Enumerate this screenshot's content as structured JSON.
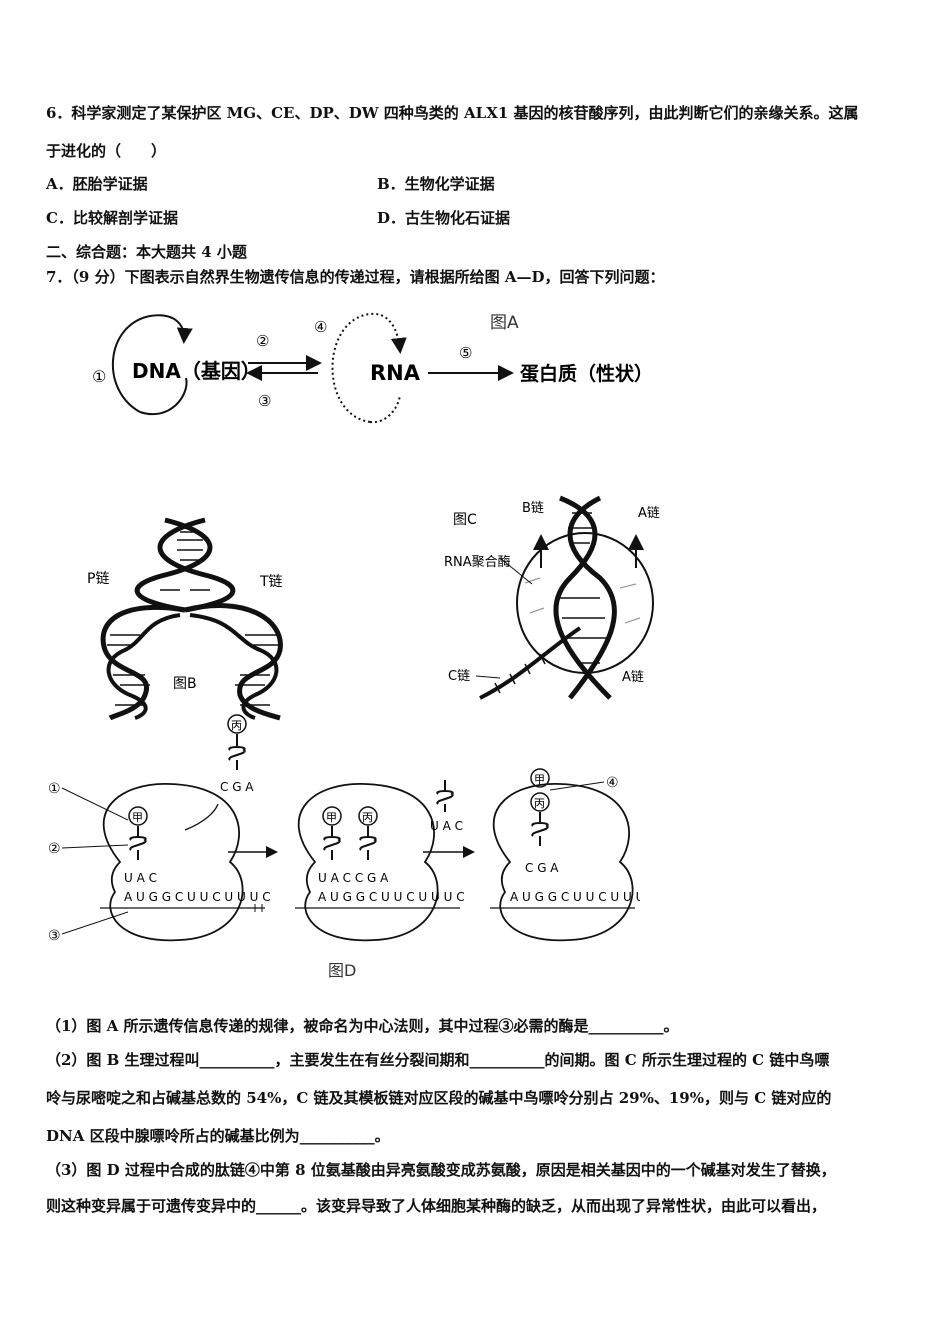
{
  "q6": {
    "line1": "6．科学家测定了某保护区 MG、CE、DP、DW 四种鸟类的 ALX1 基因的核苷酸序列，由此判断它们的亲缘关系。这属",
    "line2": "于进化的（　　）",
    "opt_a": "A．胚胎学证据",
    "opt_b": "B．生物化学证据",
    "opt_c": "C．比较解剖学证据",
    "opt_d": "D．古生物化石证据"
  },
  "section2": "二、综合题：本大题共 4 小题",
  "q7": {
    "intro": "7．（9 分）下图表示自然界生物遗传信息的传递过程，请根据所给图 A—D，回答下列问题：",
    "p1": "（1）图 A 所示遗传信息传递的规律，被命名为中心法则，其中过程③必需的酶是__________。",
    "p2_l1": "（2）图 B 生理过程叫__________，主要发生在有丝分裂间期和__________的间期。图 C 所示生理过程的 C 链中鸟嘌",
    "p2_l2": "呤与尿嘧啶之和占碱基总数的 54%，C 链及其模板链对应区段的碱基中鸟嘌呤分别占 29%、19%，则与 C 链对应的",
    "p2_l3": "DNA 区段中腺嘌呤所占的碱基比例为__________。",
    "p3_l1": "（3）图 D 过程中合成的肽链④中第 8 位氨基酸由异亮氨酸变成苏氨酸，原因是相关基因中的一个碱基对发生了替换，",
    "p3_l2": "则这种变异属于可遗传变异中的______。该变异导致了人体细胞某种酶的缺乏，从而出现了异常性状，由此可以看出，"
  },
  "figA": {
    "label": "图A",
    "dna": "DNA（基因）",
    "rna": "RNA",
    "protein": "蛋白质（性状）",
    "n1": "①",
    "n2": "②",
    "n3": "③",
    "n4": "④",
    "n5": "⑤"
  },
  "figB": {
    "label": "图B",
    "p": "P链",
    "t": "T链"
  },
  "figC": {
    "label": "图C",
    "b": "B链",
    "a1": "A链",
    "rnap": "RNA聚合酶",
    "c": "C链",
    "a2": "A链"
  },
  "figD": {
    "label": "图D",
    "n1": "①",
    "n2": "②",
    "n3": "③",
    "n4": "④",
    "jia": "甲",
    "bing": "丙",
    "cga": "C G A",
    "uac": "U A C",
    "uaccga": "U A C C G A",
    "mrna": "A U G G C U U C U U U C"
  }
}
